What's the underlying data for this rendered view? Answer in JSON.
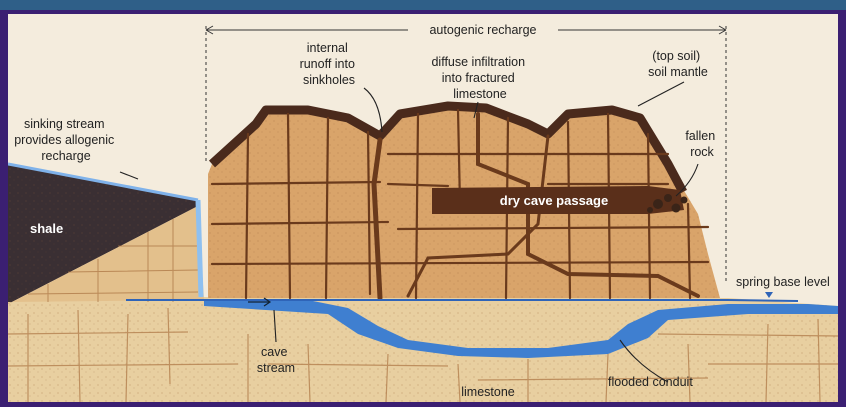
{
  "diagram": {
    "labels": {
      "autogenic": "autogenic recharge",
      "internal_runoff": [
        "internal",
        "runoff into",
        "sinkholes"
      ],
      "diffuse": [
        "diffuse infiltration",
        "into fractured",
        "limestone"
      ],
      "topsoil": [
        "(top soil)",
        "soil mantle"
      ],
      "fallen_rock": [
        "fallen",
        "rock"
      ],
      "sinking_stream": [
        "sinking stream",
        "provides allogenic",
        "recharge"
      ],
      "shale": "shale",
      "dry_cave": "dry cave passage",
      "spring": "spring base level",
      "cave_stream": [
        "cave",
        "stream"
      ],
      "limestone": "limestone",
      "flooded": "flooded conduit"
    },
    "colors": {
      "rock": "#d9a46a",
      "rock_light": "#e6bd8a",
      "fracture": "#6a3a1c",
      "soil": "#4a2a1c",
      "shale": "#3a2f33",
      "water": "#3f7fd0",
      "ground": "#e8cfa0"
    }
  }
}
